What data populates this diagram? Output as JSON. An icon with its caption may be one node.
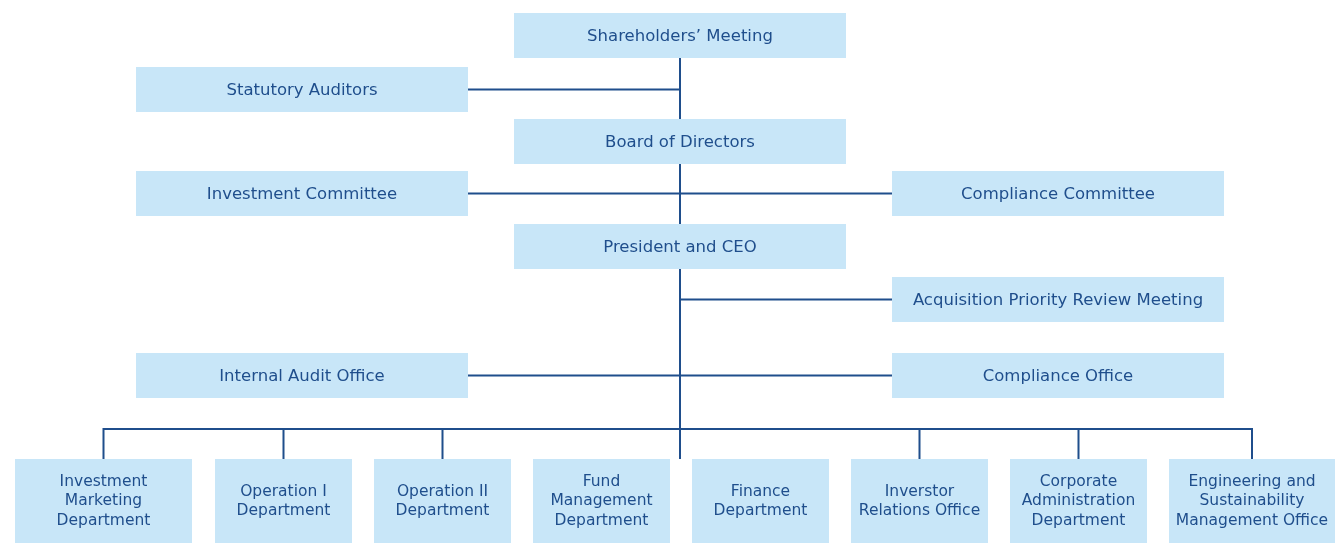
{
  "diagram": {
    "nodes": [
      {
        "text": [
          "Shareholders’ Meeting"
        ]
      },
      {
        "text": [
          "Statutory Auditors"
        ]
      },
      {
        "text": [
          "Board of Directors"
        ]
      },
      {
        "text": [
          "Investment Committee"
        ]
      },
      {
        "text": [
          "Compliance Committee"
        ]
      },
      {
        "text": [
          "President and CEO"
        ]
      },
      {
        "text": [
          "Acquisition Priority Review Meeting"
        ]
      },
      {
        "text": [
          "Internal Audit Office"
        ]
      },
      {
        "text": [
          "Compliance Office"
        ]
      },
      {
        "text": [
          "Investment Marketing Department"
        ]
      },
      {
        "text": [
          "Operation I Department"
        ]
      },
      {
        "text": [
          "Operation II Department"
        ]
      },
      {
        "text": [
          "Fund Management Department"
        ]
      },
      {
        "text": [
          "Finance Department"
        ]
      },
      {
        "text": [
          "Inverstor Relations Office"
        ]
      },
      {
        "text": [
          "Corporate Administration Department"
        ]
      },
      {
        "text": [
          "Engineering and Sustainability Management Office"
        ]
      }
    ],
    "edges": [
      {
        "from": 0,
        "to": 2,
        "arrow": "none"
      },
      {
        "from": 0,
        "to": 1,
        "arrow": "none"
      },
      {
        "from": 2,
        "to": 5,
        "arrow": "none"
      },
      {
        "from": 2,
        "to": 3,
        "arrow": "none"
      },
      {
        "from": 2,
        "to": 4,
        "arrow": "none"
      },
      {
        "from": 5,
        "to": 6,
        "arrow": "none"
      },
      {
        "from": 5,
        "to": 7,
        "arrow": "none"
      },
      {
        "from": 5,
        "to": 8,
        "arrow": "none"
      },
      {
        "from": 5,
        "to": 9,
        "arrow": "none"
      },
      {
        "from": 5,
        "to": 10,
        "arrow": "none"
      },
      {
        "from": 5,
        "to": 11,
        "arrow": "none"
      },
      {
        "from": 5,
        "to": 12,
        "arrow": "none"
      },
      {
        "from": 5,
        "to": 13,
        "arrow": "none"
      },
      {
        "from": 5,
        "to": 14,
        "arrow": "none"
      },
      {
        "from": 5,
        "to": 15,
        "arrow": "none"
      },
      {
        "from": 5,
        "to": 16,
        "arrow": "none"
      }
    ]
  }
}
